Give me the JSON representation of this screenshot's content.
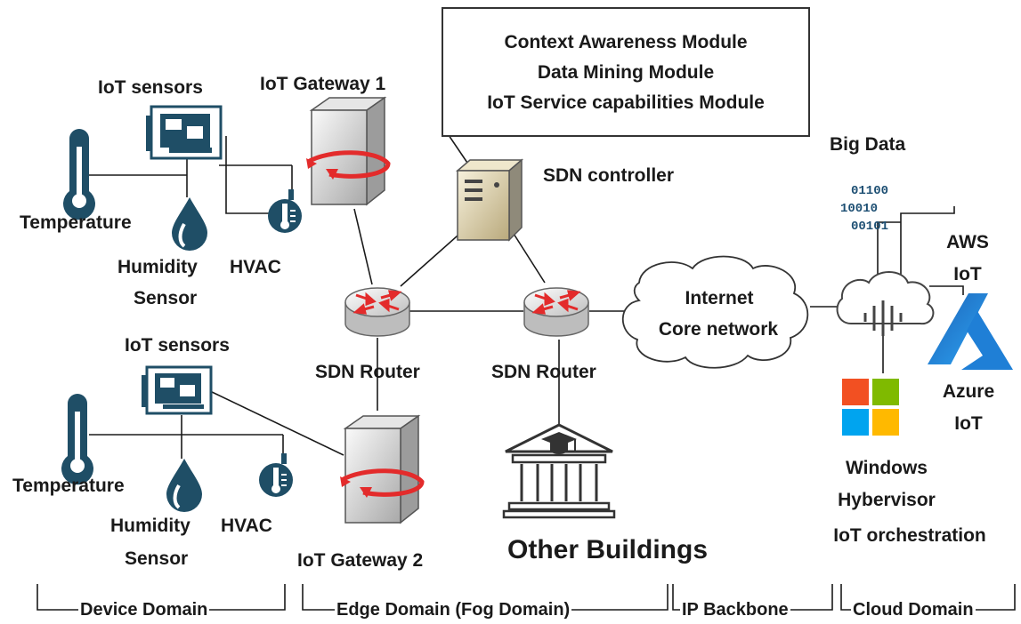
{
  "modules_box": {
    "line1": "Context Awareness Module",
    "line2": "Data Mining Module",
    "line3": "IoT Service capabilities Module"
  },
  "device_top": {
    "sensors": "IoT sensors",
    "temperature": "Temperature",
    "humidity": "Humidity",
    "sensor": "Sensor",
    "hvac": "HVAC"
  },
  "device_bottom": {
    "sensors": "IoT sensors",
    "temperature": "Temperature",
    "humidity": "Humidity",
    "sensor": "Sensor",
    "hvac": "HVAC"
  },
  "gateway1": "IoT Gateway 1",
  "gateway2": "IoT Gateway 2",
  "sdn_controller": "SDN controller",
  "router_left": "SDN Router",
  "router_right": "SDN Router",
  "internet": {
    "line1": "Internet",
    "line2": "Core network"
  },
  "other_buildings": "Other Buildings",
  "big_data": {
    "title": "Big Data",
    "bits": [
      "01100",
      "10010",
      "00101"
    ]
  },
  "aws": {
    "line1": "AWS",
    "line2": "IoT"
  },
  "azure": {
    "line1": "Azure",
    "line2": "IoT"
  },
  "windows": {
    "line1": "Windows",
    "line2": "Hybervisor",
    "line3": "IoT orchestration"
  },
  "domains": {
    "device": "Device Domain",
    "edge": "Edge Domain (Fog Domain)",
    "ip": "IP Backbone",
    "cloud": "Cloud Domain"
  },
  "colors": {
    "icon_dark": "#1f4e66",
    "router_arrow": "#e32b2b",
    "azure_blue": "#1f7fd6",
    "ms_red": "#f25022",
    "ms_green": "#7fba00",
    "ms_blue": "#00a4ef",
    "ms_yellow": "#ffb900"
  }
}
